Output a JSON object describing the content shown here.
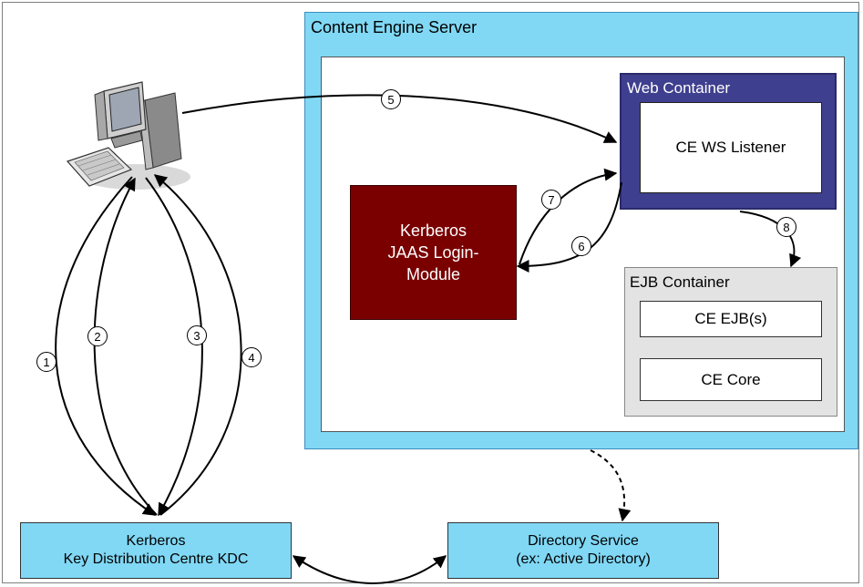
{
  "content_engine_server": {
    "title": "Content Engine Server"
  },
  "web_container": {
    "title": "Web Container",
    "listener": "CE WS Listener"
  },
  "login_module": {
    "line1": "Kerberos",
    "line2": "JAAS Login-",
    "line3": "Module"
  },
  "ejb_container": {
    "title": "EJB Container",
    "ejbs": "CE EJB(s)",
    "core": "CE Core"
  },
  "kdc": {
    "line1": "Kerberos",
    "line2": "Key Distribution Centre KDC"
  },
  "directory_service": {
    "line1": "Directory Service",
    "line2": "(ex: Active Directory)"
  },
  "steps": [
    "1",
    "2",
    "3",
    "4",
    "5",
    "6",
    "7",
    "8"
  ],
  "icons": {
    "client": "desktop-computer-icon"
  }
}
